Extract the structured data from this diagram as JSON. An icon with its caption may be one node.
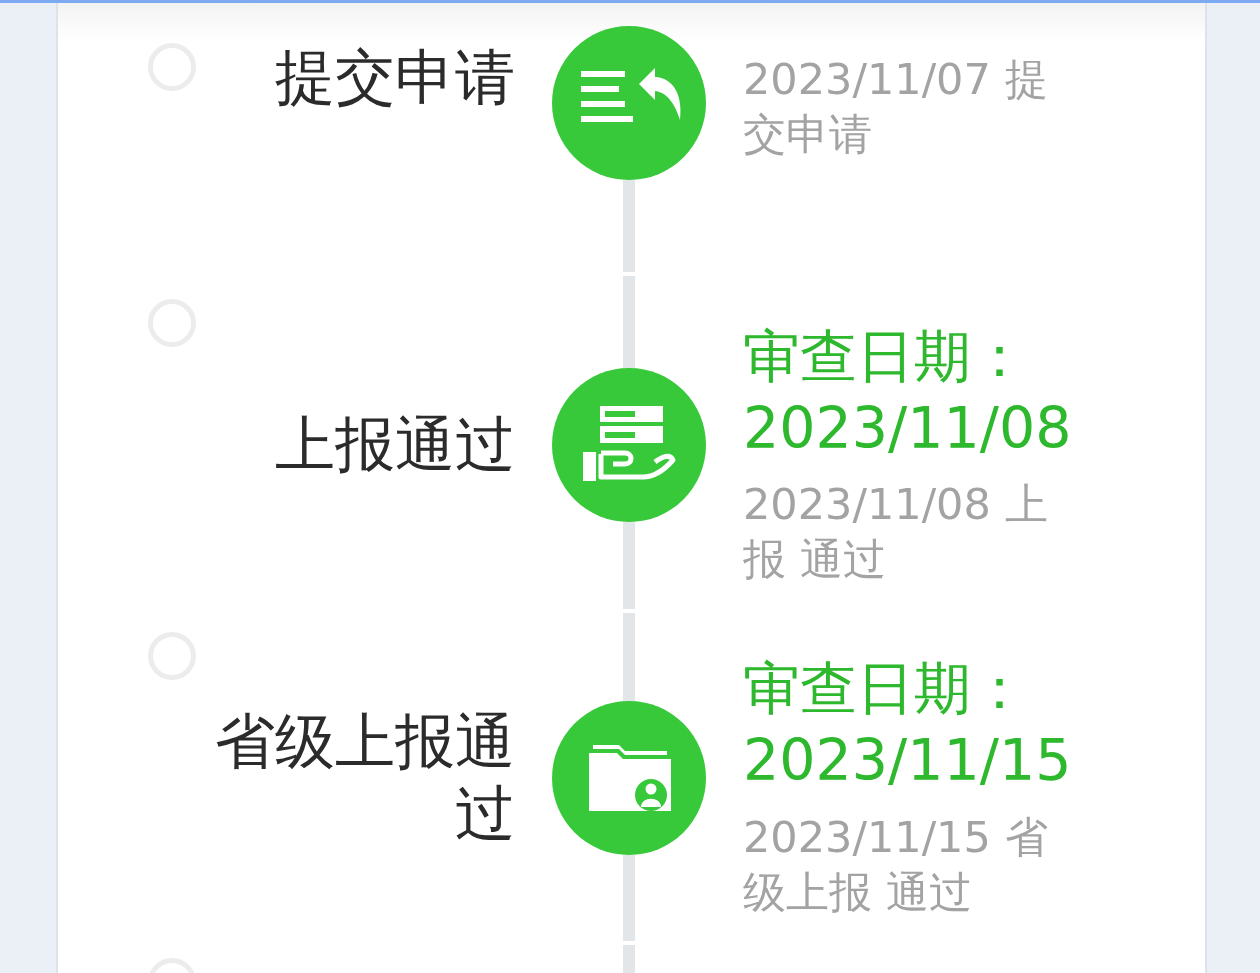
{
  "diagram": {
    "nodes": [
      {
        "text": [],
        "shape": "circle",
        "beside": [
          "提交申请",
          "2023/11/07 提交申请"
        ]
      },
      {
        "text": [],
        "shape": "circle",
        "beside": [
          "上报通过",
          "审查日期：2023/11/08",
          "2023/11/08 上报 通过"
        ]
      },
      {
        "text": [],
        "shape": "circle",
        "beside": [
          "省级上报通过",
          "审查日期：2023/11/15",
          "2023/11/15 省级上报 通过"
        ]
      }
    ],
    "edges": [
      {
        "from": 0,
        "to": 1,
        "arrow": "none"
      },
      {
        "from": 1,
        "to": 2,
        "arrow": "none"
      },
      {
        "from": 2,
        "to": null,
        "arrow": "none"
      }
    ]
  }
}
